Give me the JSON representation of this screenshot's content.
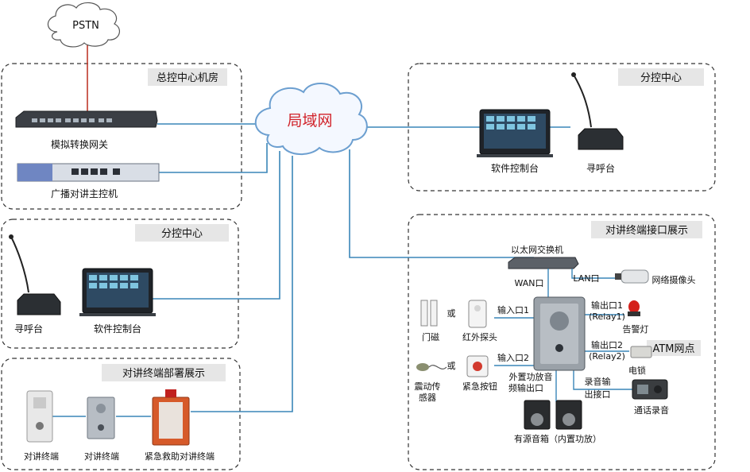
{
  "cloud_pstn": "PSTN",
  "cloud_lan": "局域网",
  "zones": {
    "control_room": "总控中心机房",
    "sub_center_right": "分控中心",
    "sub_center_left": "分控中心",
    "terminal_deploy": "对讲终端部署展示",
    "terminal_interface": "对讲终端接口展示"
  },
  "devices": {
    "gateway": "模拟转换网关",
    "host": "广播对讲主控机",
    "console_right": "软件控制台",
    "paging_right": "寻呼台",
    "paging_left": "寻呼台",
    "console_left": "软件控制台",
    "terminal1": "对讲终端",
    "terminal2": "对讲终端",
    "terminal3": "紧急救助对讲终端"
  },
  "interface": {
    "switch": "以太网交换机",
    "wan": "WAN口",
    "lan": "LAN口",
    "camera": "网络摄像头",
    "input1": "输入口1",
    "input2": "输入口2",
    "output1_a": "输出口1",
    "output1_b": "(Relay1)",
    "output2_a": "输出口2",
    "output2_b": "(Relay2)",
    "alarm_light": "告警灯",
    "atm": "ATM网点",
    "elock": "电锁",
    "door_sensor": "门磁",
    "or1": "或",
    "ir_probe": "红外探头",
    "vib_sensor_a": "震动传",
    "vib_sensor_b": "感器",
    "or2": "或",
    "emergency_btn": "紧急按钮",
    "ext_amp_a": "外置功放音",
    "ext_amp_b": "频输出口",
    "rec_a": "录音输",
    "rec_b": "出接口",
    "call_rec": "通话录音",
    "speaker": "有源音箱（内置功放）"
  }
}
